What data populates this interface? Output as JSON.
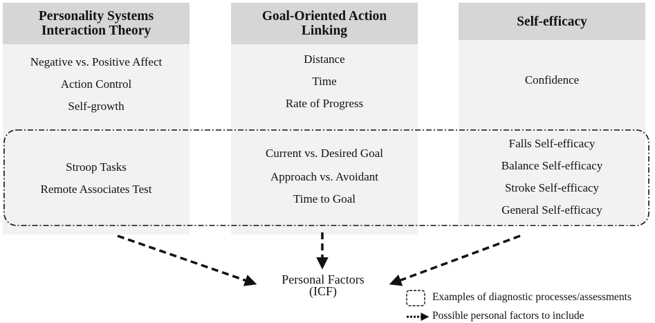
{
  "columns": [
    {
      "title_lines": [
        "Personality Systems",
        "Interaction Theory"
      ],
      "components": [
        "Negative vs. Positive Affect",
        "Action Control",
        "Self-growth"
      ],
      "assessments": [
        "Stroop Tasks",
        "Remote Associates Test"
      ]
    },
    {
      "title_lines": [
        "Goal-Oriented Action",
        "Linking"
      ],
      "components": [
        "Distance",
        "Time",
        "Rate of Progress"
      ],
      "assessments": [
        "Current vs. Desired Goal",
        "Approach vs. Avoidant",
        "Time to Goal"
      ]
    },
    {
      "title_lines": [
        "Self-efficacy"
      ],
      "components": [
        "Confidence"
      ],
      "assessments": [
        "Falls Self-efficacy",
        "Balance Self-efficacy",
        "Stroke Self-efficacy",
        "General Self-efficacy"
      ]
    }
  ],
  "target": {
    "line1": "Personal Factors",
    "line2": "(ICF)"
  },
  "legend": {
    "box_label": "Examples of diagnostic processes/assessments",
    "arrow_label": "Possible personal factors to include"
  },
  "colors": {
    "header": "#d6d6d6",
    "body": "#f2f2f2",
    "line": "#111111"
  }
}
